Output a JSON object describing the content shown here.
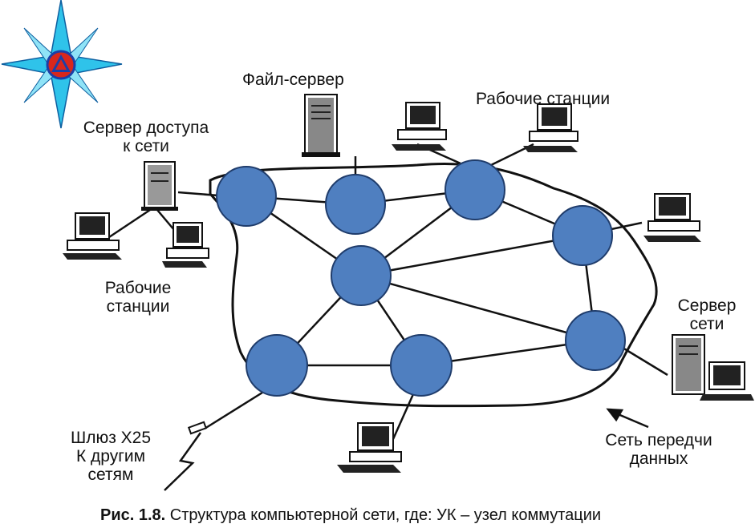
{
  "labels": {
    "file_server": "Файл-сервер",
    "workstations_top": "Рабочие станции",
    "access_server_line1": "Сервер доступа",
    "access_server_line2": "к сети",
    "workstations_left_line1": "Рабочие",
    "workstations_left_line2": "станции",
    "net_server_line1": "Сервер",
    "net_server_line2": "сети",
    "gateway_line1": "Шлюз X25",
    "gateway_line2": "К другим",
    "gateway_line3": "сетям",
    "data_net_line1": "Сеть передчи",
    "data_net_line2": "данных"
  },
  "caption": {
    "prefix": "Рис. 1.8.",
    "text": " Структура компьютерной сети, где: УК – узел коммутации"
  },
  "colors": {
    "node_fill": "#4f7fc0",
    "node_stroke": "#1f3c6b",
    "line": "#111111",
    "emblem_star": "#2fc3ea",
    "emblem_red": "#d8271c",
    "emblem_blue": "#1b3fa8"
  }
}
